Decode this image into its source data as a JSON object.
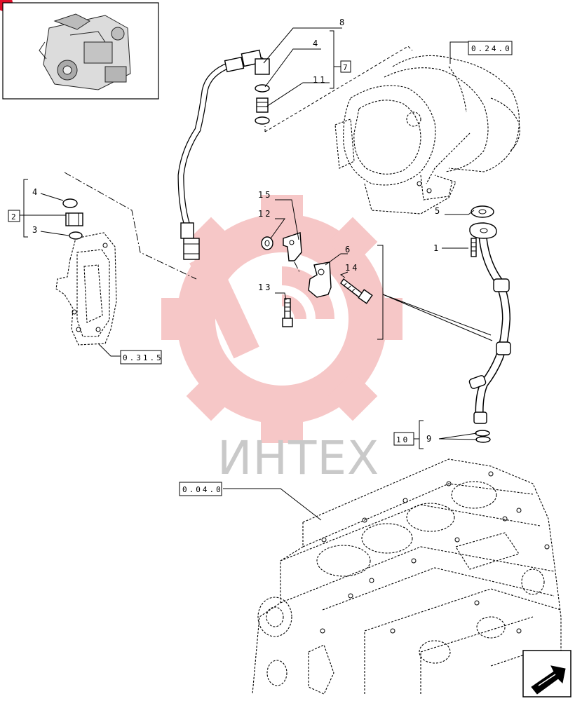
{
  "labels": {
    "l1": "1",
    "l2_box": "2",
    "l3": "3",
    "l4_left": "4",
    "l4_top": "4",
    "l5": "5",
    "l6": "6",
    "l7_box": "7",
    "l8": "8",
    "l9": "9",
    "l10_box": "10",
    "l11": "11",
    "l12": "12",
    "l13": "13",
    "l14": "14",
    "l15": "15"
  },
  "refs": {
    "turbo": "0.24.0",
    "cover": "0.31.5",
    "block": "0.04.0"
  },
  "watermark": "ИНТЕХ",
  "colors": {
    "watermark_gear": "#f6c5c5",
    "watermark_text": "#c9c9c9",
    "corner_badge": "#e0102a"
  },
  "icons": {
    "thumbnail": "engine-thumbnail-icon",
    "nav": "next-page-arrow-icon"
  }
}
